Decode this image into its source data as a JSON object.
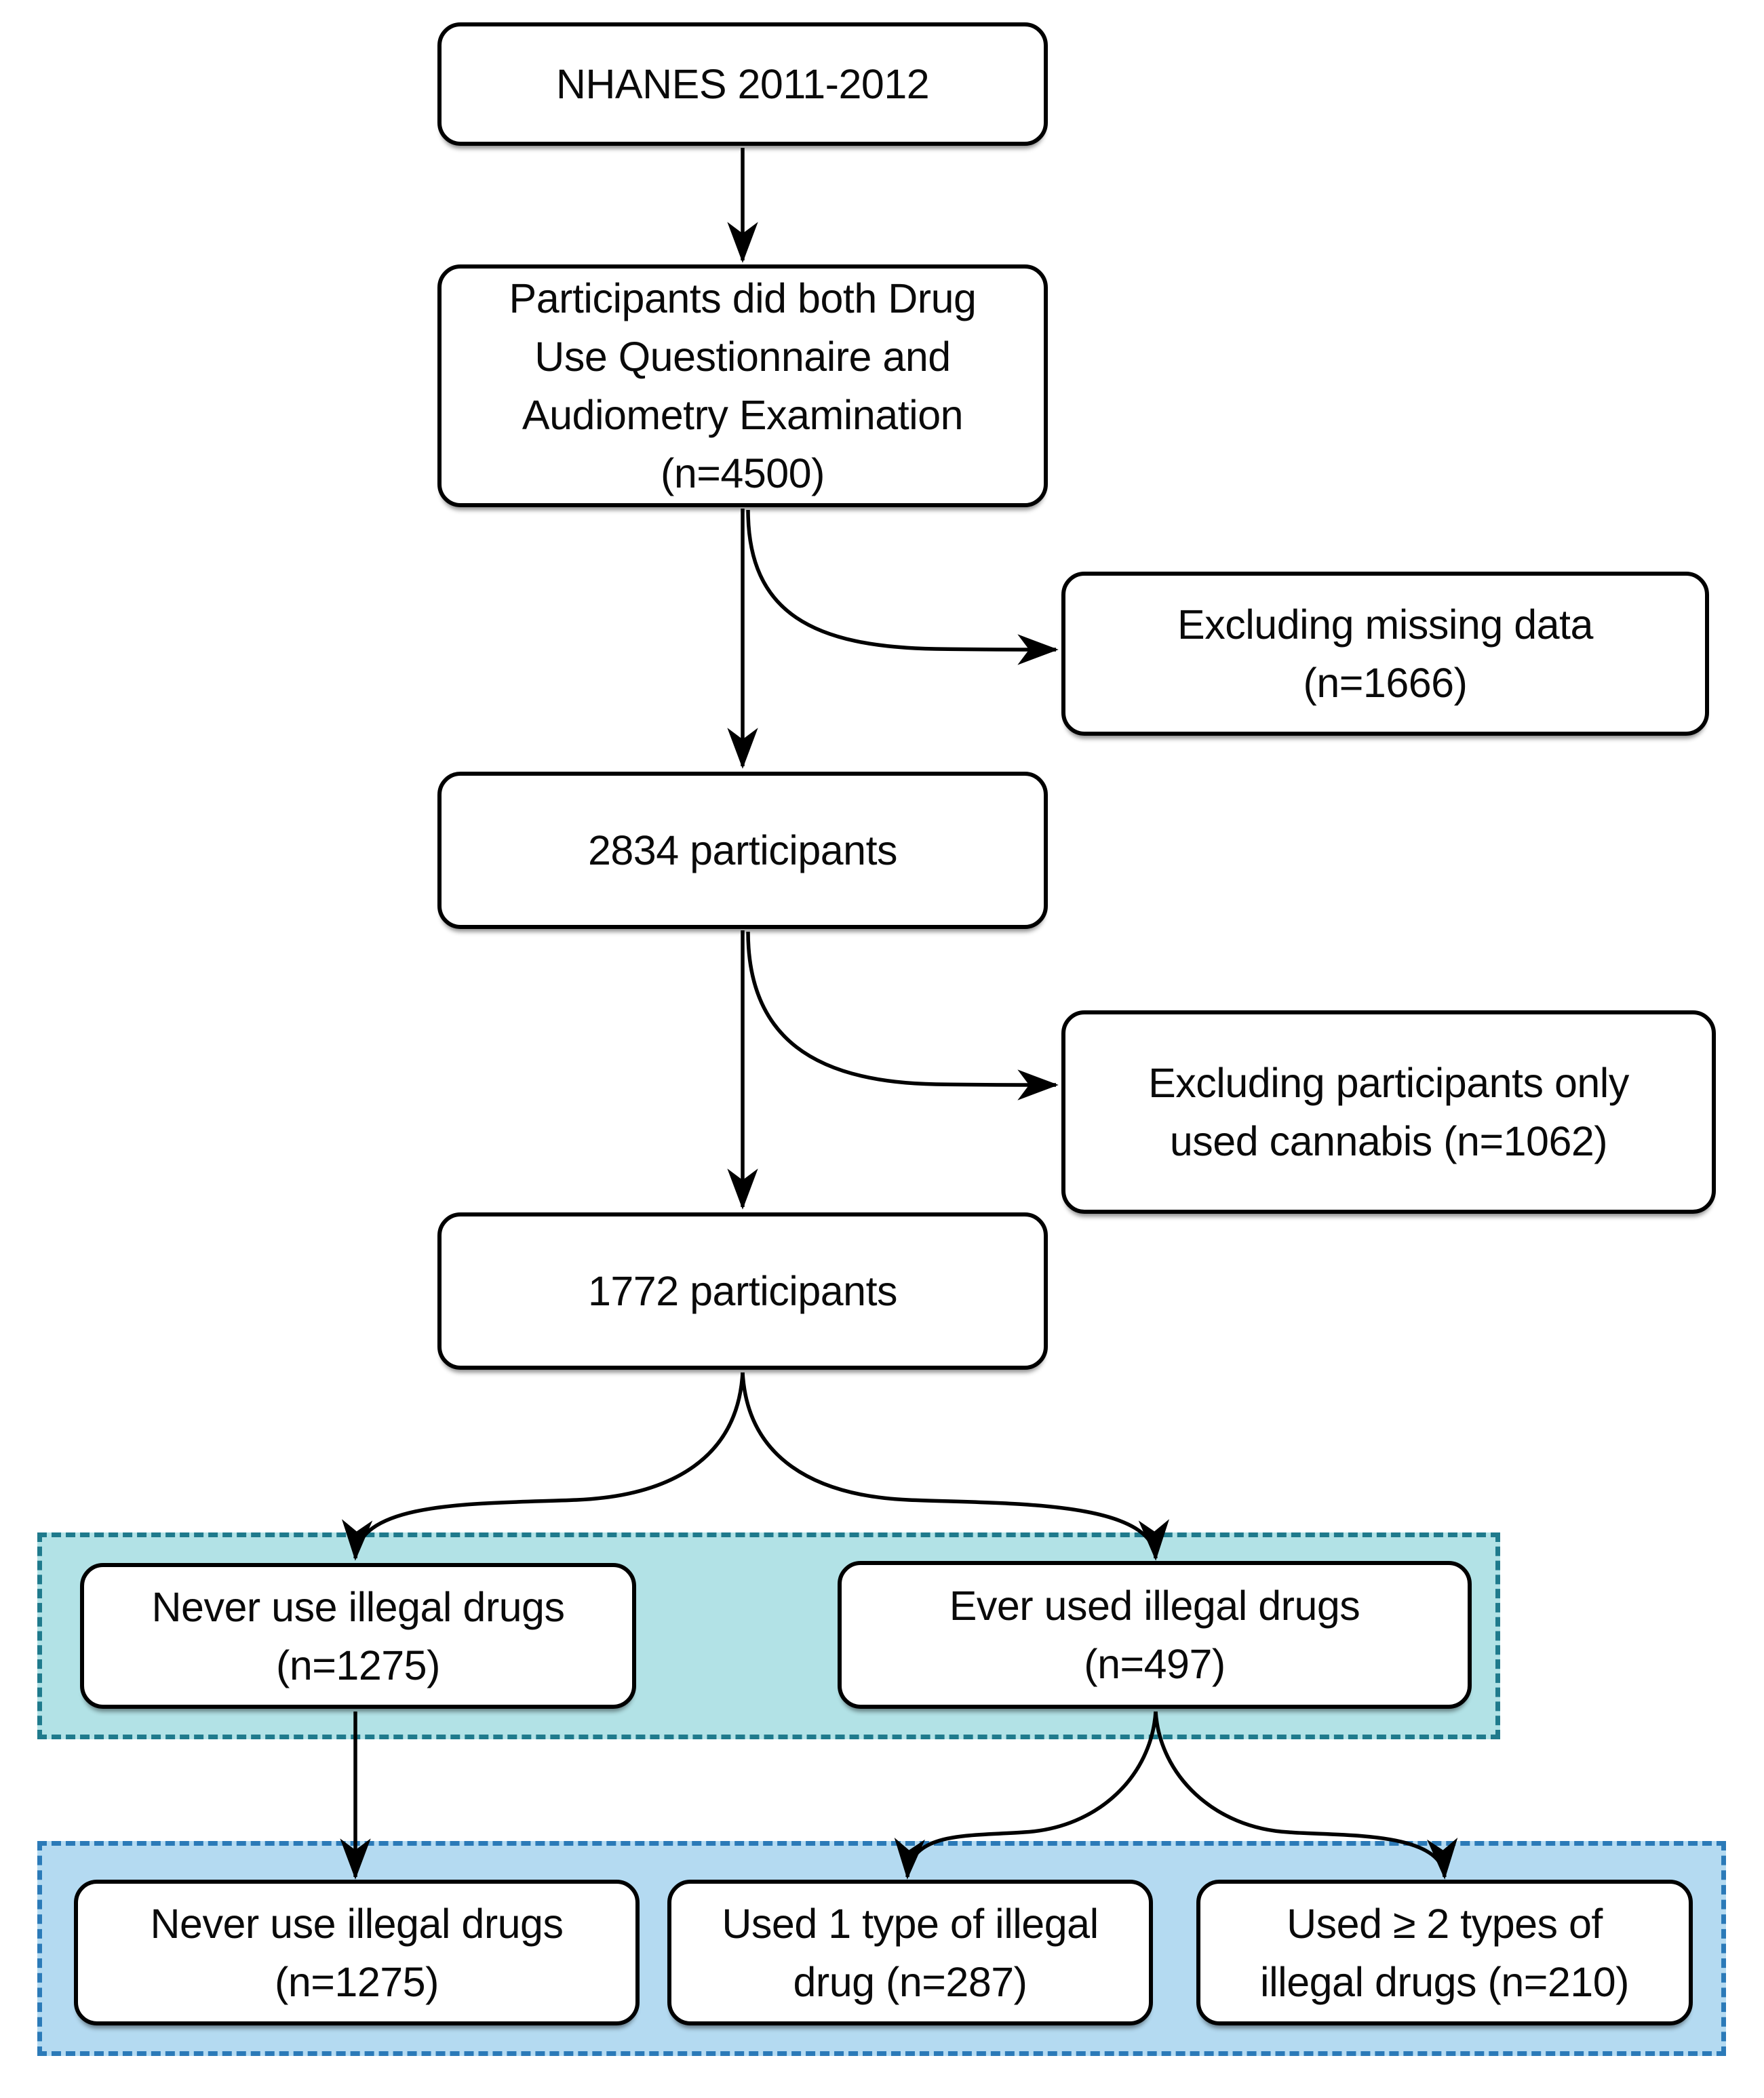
{
  "flowchart": {
    "nodes": {
      "source": "NHANES 2011-2012",
      "eligible": "Participants did both Drug\nUse Questionnaire and\nAudiometry Examination\n(n=4500)",
      "excl_missing": "Excluding missing data\n(n=1666)",
      "n2834": "2834 participants",
      "excl_cannabis": "Excluding participants only\nused cannabis (n=1062)",
      "n1772": "1772 participants",
      "never_mid": "Never use illegal drugs\n(n=1275)",
      "ever_used": "Ever used illegal drugs\n(n=497)",
      "never_final": "Never use illegal drugs\n(n=1275)",
      "one_type": "Used 1 type of illegal\ndrug (n=287)",
      "two_plus_types": "Used ≥ 2 types of\nillegal drugs (n=210)"
    },
    "edges": [
      {
        "from": "source",
        "to": "eligible"
      },
      {
        "from": "eligible",
        "to": "excl_missing"
      },
      {
        "from": "eligible",
        "to": "n2834"
      },
      {
        "from": "n2834",
        "to": "excl_cannabis"
      },
      {
        "from": "n2834",
        "to": "n1772"
      },
      {
        "from": "n1772",
        "to": "never_mid"
      },
      {
        "from": "n1772",
        "to": "ever_used"
      },
      {
        "from": "never_mid",
        "to": "never_final"
      },
      {
        "from": "ever_used",
        "to": "one_type"
      },
      {
        "from": "ever_used",
        "to": "two_plus_types"
      }
    ],
    "colors": {
      "teal_band_fill": "#b2e2e6",
      "teal_band_border": "#1f7a8c",
      "blue_band_fill": "#b4daf1",
      "blue_band_border": "#2b7ab8",
      "box_border": "#000000",
      "arrow": "#000000"
    }
  }
}
